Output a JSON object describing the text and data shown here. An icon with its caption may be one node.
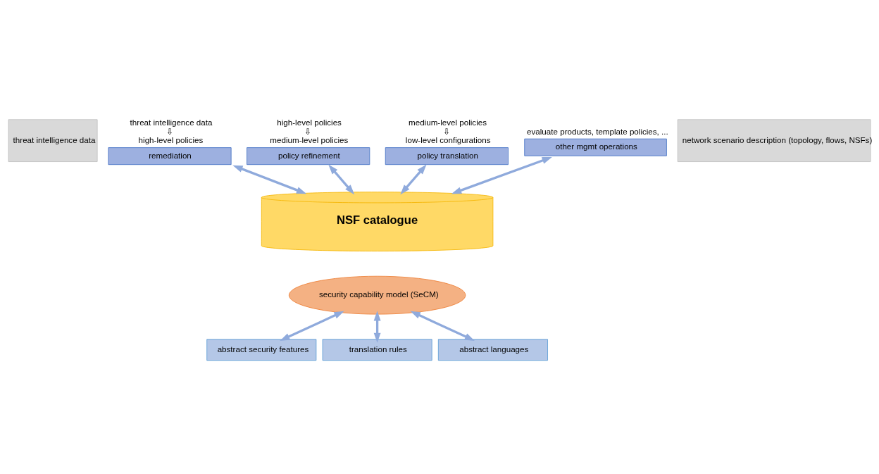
{
  "diagram": {
    "nodes": [
      {
        "text": [
          "threat intelligence data"
        ]
      },
      {
        "text": [
          "remediation"
        ],
        "beside": [
          "threat intelligence data",
          "⇩",
          "high-level policies"
        ]
      },
      {
        "text": [
          "policy refinement"
        ],
        "beside": [
          "high-level policies",
          "⇩",
          "medium-level policies"
        ]
      },
      {
        "text": [
          "policy translation"
        ],
        "beside": [
          "medium-level policies",
          "⇩",
          "low-level configurations"
        ]
      },
      {
        "text": [
          "other mgmt operations"
        ],
        "beside": [
          "evaluate products, template policies, ..."
        ]
      },
      {
        "text": [
          "network scenario description (topology, flows, NSFs)"
        ]
      },
      {
        "text": [
          "NSF catalogue"
        ]
      },
      {
        "text": [
          "security capability model (SeCM)"
        ]
      },
      {
        "text": [
          "abstract security features"
        ]
      },
      {
        "text": [
          "translation rules"
        ]
      },
      {
        "text": [
          "abstract languages"
        ]
      }
    ],
    "edges": [
      {
        "from": 1,
        "to": 6,
        "arrow": "both"
      },
      {
        "from": 2,
        "to": 6,
        "arrow": "both"
      },
      {
        "from": 3,
        "to": 6,
        "arrow": "both"
      },
      {
        "from": 4,
        "to": 6,
        "arrow": "both"
      },
      {
        "from": 8,
        "to": 7,
        "arrow": "both"
      },
      {
        "from": 9,
        "to": 7,
        "arrow": "both"
      },
      {
        "from": 10,
        "to": 7,
        "arrow": "both"
      }
    ]
  }
}
